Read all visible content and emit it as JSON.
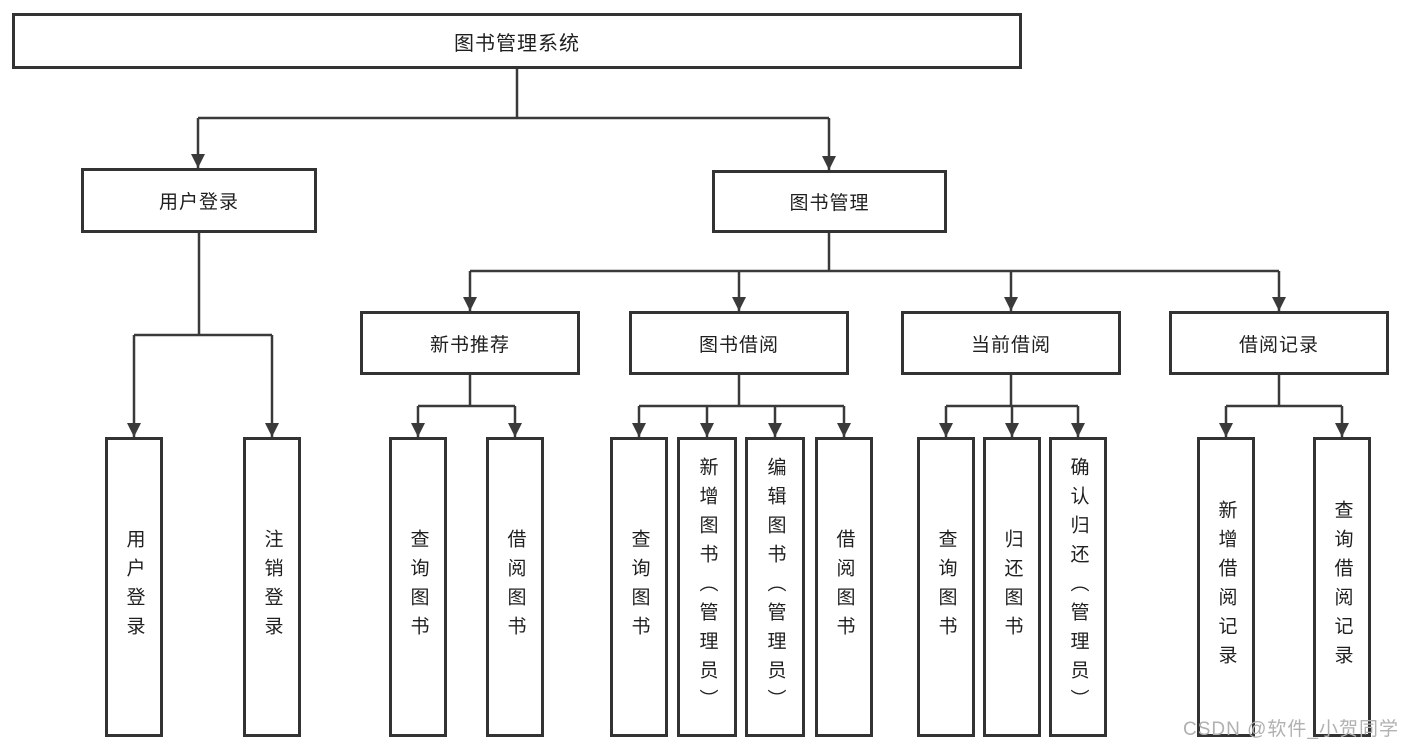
{
  "tree": {
    "root": {
      "label": "图书管理系统"
    },
    "branches": [
      {
        "label": "用户登录",
        "children": [
          {
            "label": "用户登录"
          },
          {
            "label": "注销登录"
          }
        ]
      },
      {
        "label": "图书管理",
        "groups": [
          {
            "label": "新书推荐",
            "children": [
              {
                "label": "查询图书"
              },
              {
                "label": "借阅图书"
              }
            ]
          },
          {
            "label": "图书借阅",
            "children": [
              {
                "label": "查询图书"
              },
              {
                "label": "新增图书（管理员）"
              },
              {
                "label": "编辑图书（管理员）"
              },
              {
                "label": "借阅图书"
              }
            ]
          },
          {
            "label": "当前借阅",
            "children": [
              {
                "label": "查询图书"
              },
              {
                "label": "归还图书"
              },
              {
                "label": "确认归还（管理员）"
              }
            ]
          },
          {
            "label": "借阅记录",
            "children": [
              {
                "label": "新增借阅记录"
              },
              {
                "label": "查询借阅记录"
              }
            ]
          }
        ]
      }
    ]
  },
  "watermark": {
    "text": "CSDN @软件_小贺同学"
  },
  "colors": {
    "background": "#ffffff",
    "line": "#3a3a3a",
    "border": "#333333",
    "text": "#1f1f1f",
    "watermark": "#b1b1b1"
  }
}
